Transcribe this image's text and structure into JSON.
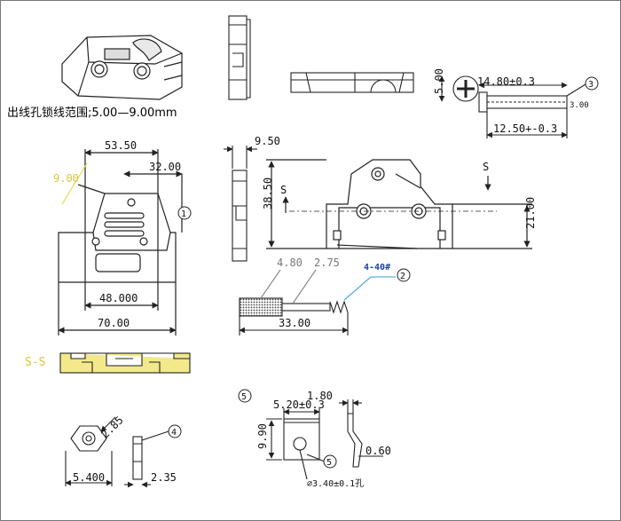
{
  "note_cn": "出线孔锁线范围;5.00—9.00mm",
  "callouts": [
    "1",
    "2",
    "3",
    "4",
    "5",
    "5"
  ],
  "front_view": {
    "d_top": "53.50",
    "d_right": "32.00",
    "d_angle": "9.00",
    "d_base": "48.000",
    "d_total": "70.00"
  },
  "side_view": {
    "d_width": "9.50"
  },
  "section_view": {
    "d_height": "38.50",
    "d_right": "21.00",
    "cut_left": "S",
    "cut_right": "S"
  },
  "section_label": "S-S",
  "screw": {
    "d_knurl": "4.80",
    "d_shank": "2.75",
    "thread": "4-40#",
    "d_length": "33.00"
  },
  "pin": {
    "d_len": "14.80±0.3",
    "d_head": "5.00",
    "d_diam": "3.00",
    "d_len2": "12.50+-0.3"
  },
  "nut": {
    "d_side": "2.85",
    "d_width": "5.400",
    "d_thick": "2.35"
  },
  "clamp": {
    "d_w": "5.20±0.3",
    "d_top": "1.80",
    "d_h": "9.90",
    "d_thk": "0.60",
    "hole": "⌀3.40±0.1孔"
  },
  "colors": {
    "line": "#222222",
    "annotation": "#e6d84a",
    "callout_line": "#2a9fd6",
    "callout_text": "#1a3fa0",
    "dim_gray": "#777777"
  }
}
